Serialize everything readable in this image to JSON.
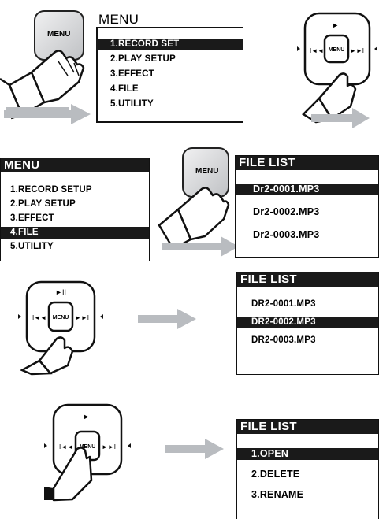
{
  "buttons": {
    "menu_label": "MENU",
    "play_glyph": "►II",
    "prev_glyph": "I◄◄",
    "next_glyph": "►►I"
  },
  "step1": {
    "menu": {
      "title": "MENU",
      "items": [
        "1.RECORD SET",
        "2.PLAY SETUP",
        "3.EFFECT",
        "4.FILE",
        "5.UTILITY"
      ],
      "selected": 0
    }
  },
  "step2": {
    "menu": {
      "title": "MENU",
      "items": [
        "1.RECORD SETUP",
        "2.PLAY SETUP",
        "3.EFFECT",
        "4.FILE",
        "5.UTILITY"
      ],
      "selected": 3
    },
    "file_list": {
      "title": "FILE LIST",
      "items": [
        "Dr2-0001.MP3",
        "Dr2-0002.MP3",
        "Dr2-0003.MP3"
      ],
      "selected": 0
    }
  },
  "step3": {
    "file_list": {
      "title": "FILE LIST",
      "items": [
        "DR2-0001.MP3",
        "DR2-0002.MP3",
        "DR2-0003.MP3"
      ],
      "selected": 1
    }
  },
  "step4": {
    "file_list": {
      "title": "FILE LIST",
      "items": [
        "1.OPEN",
        "2.DELETE",
        "3.RENAME"
      ],
      "selected": 0
    }
  },
  "colors": {
    "ink": "#1a1a1a",
    "arrow": "#b9bcc0",
    "button_fill": "#d9dadc"
  }
}
